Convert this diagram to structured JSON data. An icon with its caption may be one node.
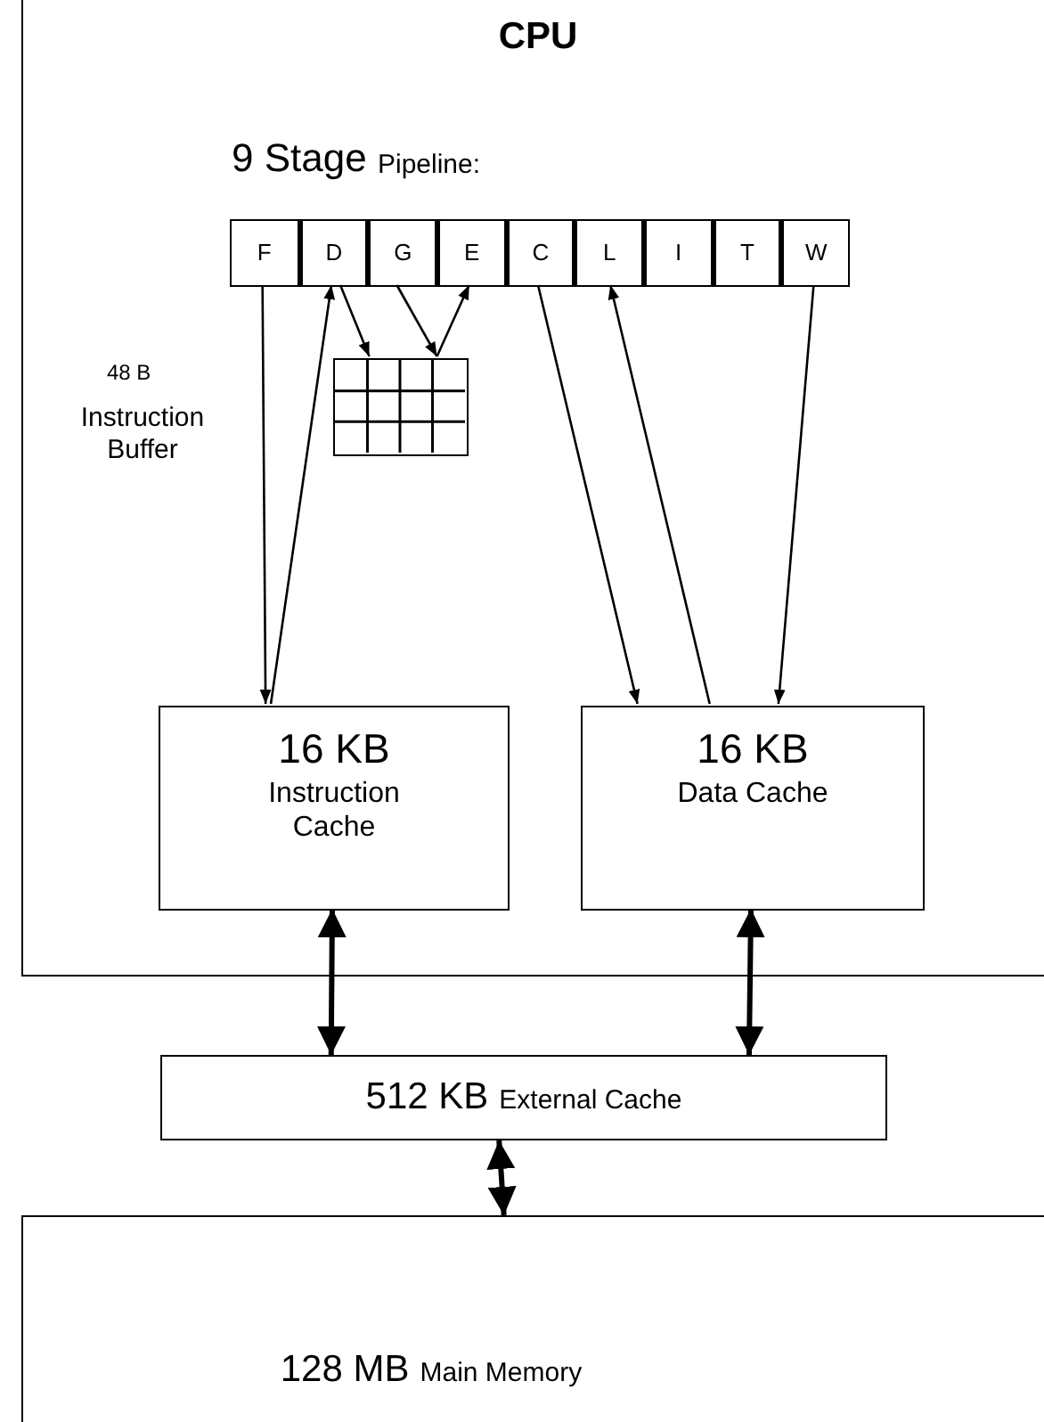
{
  "diagram": {
    "nodes": [
      {
        "text": [
          "CPU"
        ]
      },
      {
        "text": [
          "F"
        ],
        "in": 0
      },
      {
        "text": [
          "D"
        ],
        "in": 0
      },
      {
        "text": [
          "G"
        ],
        "in": 0
      },
      {
        "text": [
          "E"
        ],
        "in": 0
      },
      {
        "text": [
          "C"
        ],
        "in": 0
      },
      {
        "text": [
          "L"
        ],
        "in": 0
      },
      {
        "text": [
          "I"
        ],
        "in": 0
      },
      {
        "text": [
          "T"
        ],
        "in": 0
      },
      {
        "text": [
          "W"
        ],
        "in": 0
      },
      {
        "text": [],
        "shape": "box",
        "in": 0
      },
      {
        "text": [
          "16 KB",
          "Instruction Cache"
        ],
        "in": 0
      },
      {
        "text": [
          "16 KB",
          "Data Cache"
        ],
        "in": 0
      },
      {
        "text": [
          "512 KB",
          "External Cache"
        ]
      },
      {
        "text": [
          "128 MB",
          "Main Memory"
        ]
      }
    ],
    "edges": [
      {
        "from": 1,
        "to": 11,
        "arrow": "to"
      },
      {
        "from": 11,
        "to": 2,
        "arrow": "to"
      },
      {
        "from": 2,
        "to": 10,
        "arrow": "to"
      },
      {
        "from": 3,
        "to": 10,
        "arrow": "to"
      },
      {
        "from": 10,
        "to": 4,
        "arrow": "to"
      },
      {
        "from": 5,
        "to": 12,
        "arrow": "to"
      },
      {
        "from": 12,
        "to": 6,
        "arrow": "to"
      },
      {
        "from": 9,
        "to": 12,
        "arrow": "to"
      },
      {
        "from": 11,
        "to": 13,
        "arrow": "both",
        "style": "thick"
      },
      {
        "from": 12,
        "to": 13,
        "arrow": "both",
        "style": "thick"
      },
      {
        "from": 13,
        "to": 14,
        "arrow": "both",
        "style": "thick"
      }
    ],
    "labels": [
      "9 Stage",
      "Pipeline:",
      "48 B",
      "Instruction Buffer"
    ]
  }
}
